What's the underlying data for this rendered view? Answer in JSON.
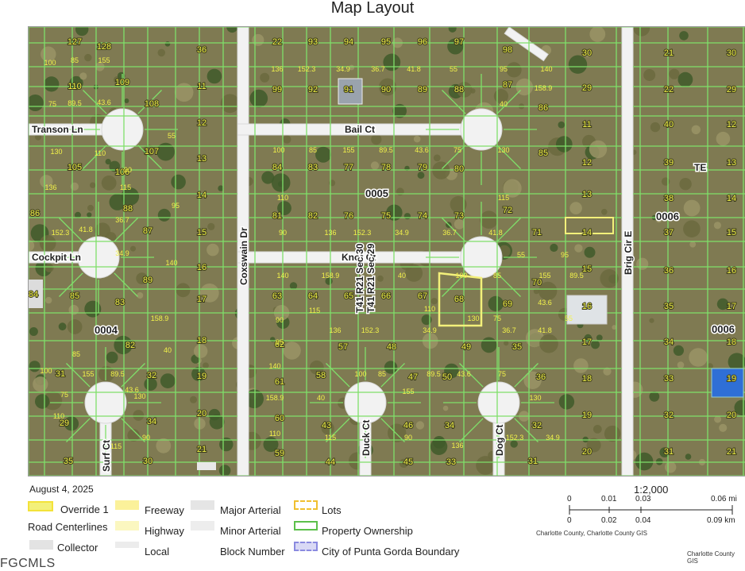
{
  "title": "Map Layout",
  "date": "August 4, 2025",
  "scale": {
    "ratio": "1:2,000",
    "mi_ticks": [
      "0",
      "0.01",
      "0.03",
      "0.06 mi"
    ],
    "km_ticks": [
      "0",
      "0.02",
      "0.04",
      "0.09 km"
    ]
  },
  "credits": {
    "source": "Charlotte County, Charlotte County GIS",
    "corner": "Charlotte County GIS"
  },
  "watermark": "FGCMLS",
  "legend": {
    "override": "Override 1",
    "road_centerlines": "Road Centerlines",
    "collector": "Collector",
    "freeway": "Freeway",
    "highway": "Highway",
    "local": "Local",
    "major_arterial": "Major Arterial",
    "minor_arterial": "Minor Arterial",
    "block_number": "Block Number",
    "lots": "Lots",
    "property_ownership": "Property Ownership",
    "city_boundary": "City of Punta Gorda Boundary"
  },
  "colors": {
    "parcel_line": "#7fe06a",
    "label_yellow": "#f2f24a",
    "override": "#f3f07a",
    "road": "#f4f4f4",
    "aerial_ground": "#7f7a52"
  },
  "streets": [
    "Transon Ln",
    "Cockpit Ln",
    "Coxswain Dr",
    "Bail Ct",
    "Knot Ct",
    "Brig Cir E",
    "Surf Ct",
    "Duck Ct",
    "Dog Ct",
    "TE"
  ],
  "blocks": [
    "0004",
    "0005",
    "0006",
    "0006"
  ],
  "section_labels": [
    "T41 R21 Sec 30",
    "T41 R21 Sec 29"
  ],
  "lot_numbers": [
    "127",
    "128",
    "110",
    "109",
    "108",
    "107",
    "105",
    "106",
    "88",
    "87",
    "86",
    "89",
    "85",
    "83",
    "84",
    "82",
    "32",
    "31",
    "34",
    "30",
    "29",
    "35",
    "36",
    "11",
    "12",
    "13",
    "14",
    "15",
    "16",
    "17",
    "18",
    "19",
    "20",
    "21",
    "22",
    "93",
    "94",
    "95",
    "96",
    "97",
    "98",
    "99",
    "92",
    "91",
    "90",
    "89",
    "88",
    "87",
    "86",
    "85",
    "84",
    "83",
    "77",
    "78",
    "79",
    "80",
    "81",
    "82",
    "76",
    "75",
    "74",
    "73",
    "72",
    "71",
    "70",
    "69",
    "68",
    "67",
    "66",
    "65",
    "64",
    "63",
    "62",
    "61",
    "60",
    "59",
    "58",
    "57",
    "48",
    "47",
    "46",
    "45",
    "44",
    "43",
    "50",
    "49",
    "34",
    "33",
    "35",
    "36",
    "32",
    "31",
    "30",
    "29",
    "11",
    "12",
    "13",
    "14",
    "15",
    "16",
    "17",
    "18",
    "19",
    "20",
    "21",
    "22",
    "40",
    "39",
    "38",
    "37",
    "36",
    "35",
    "34",
    "33",
    "32",
    "31",
    "30",
    "29",
    "12",
    "13",
    "14",
    "15",
    "16",
    "17",
    "18",
    "19",
    "20",
    "21",
    "22"
  ],
  "dimension_labels": [
    "100",
    "85",
    "155",
    "89.5",
    "43.6",
    "75",
    "130",
    "110",
    "115",
    "90",
    "136",
    "152.3",
    "34.9",
    "36.7",
    "41.8",
    "55",
    "95",
    "140",
    "158.9",
    "40"
  ]
}
